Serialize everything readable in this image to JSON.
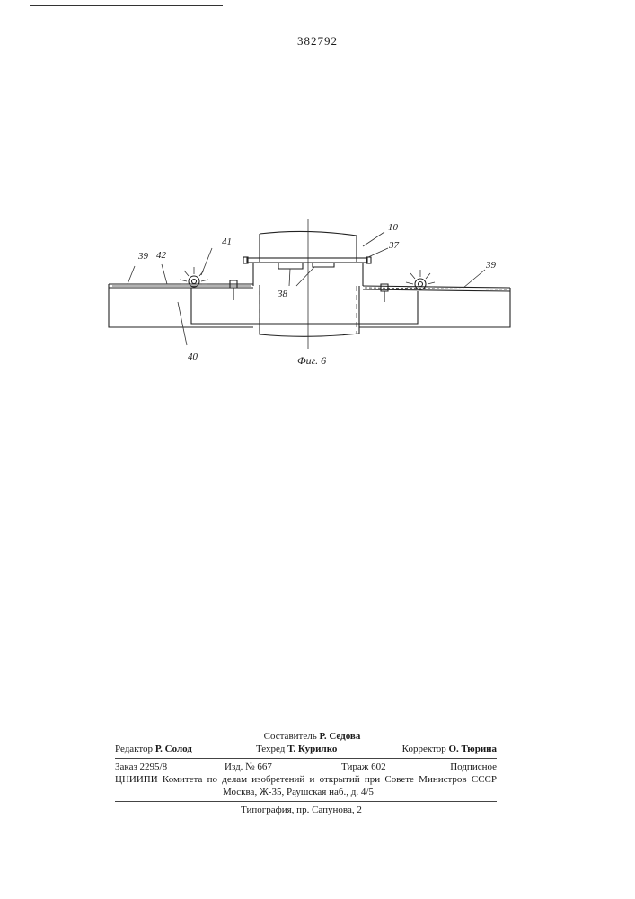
{
  "patent_number": "382792",
  "drawing": {
    "labels": {
      "l10": "10",
      "l39_left": "39",
      "l42": "42",
      "l41": "41",
      "l37": "37",
      "l38": "38",
      "l39_right": "39",
      "l40": "40"
    },
    "figure_caption": "Фиг. 6"
  },
  "imprint": {
    "compiler_label": "Составитель",
    "compiler_name": "Р. Седова",
    "editor_label": "Редактор",
    "editor_name": "Р. Солод",
    "techred_label": "Техред",
    "techred_name": "Т. Курилко",
    "corrector_label": "Корректор",
    "corrector_name": "О. Тюрина",
    "order": "Заказ 2295/8",
    "edition": "Изд. № 667",
    "circulation": "Тираж 602",
    "subscription": "Подписное",
    "organization": "ЦНИИПИ Комитета по делам изобретений и открытий при Совете Министров СССР",
    "address": "Москва, Ж-35, Раушская наб., д. 4/5",
    "printing_house": "Типография, пр. Сапунова, 2"
  }
}
